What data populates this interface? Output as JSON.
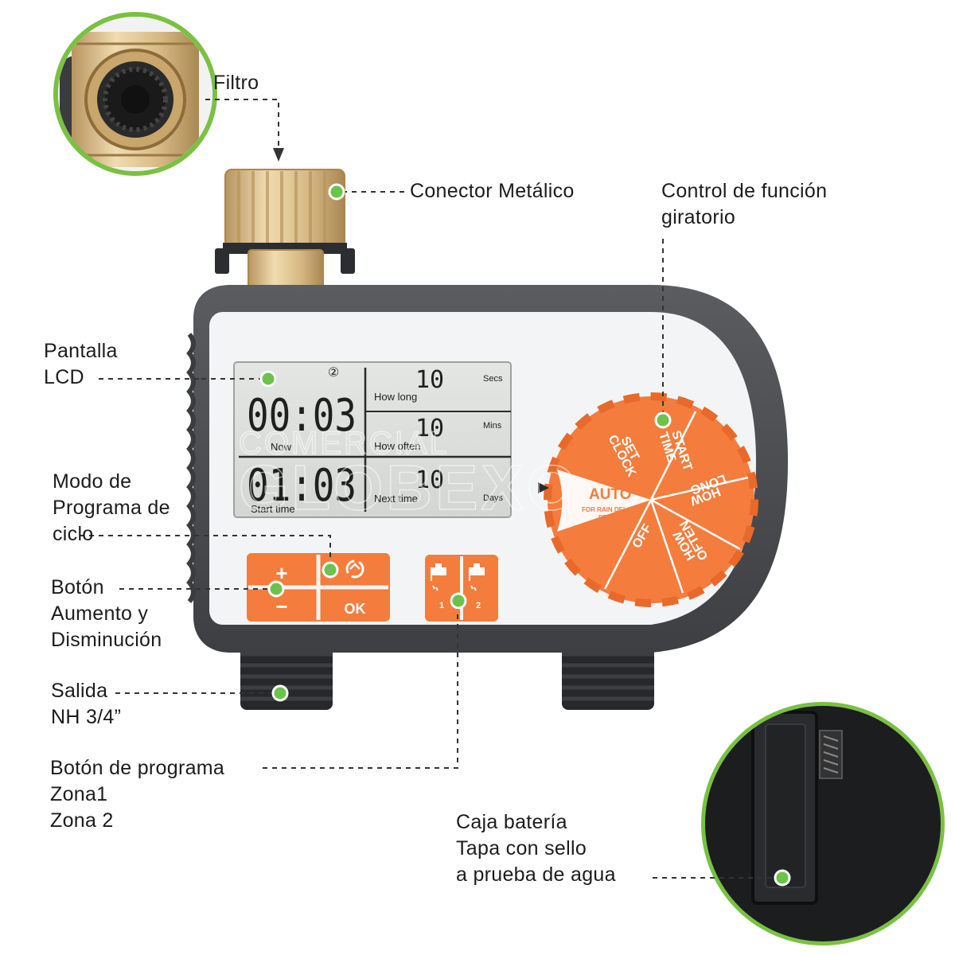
{
  "labels": {
    "filtro": "Filtro",
    "conector": "Conector Metálico",
    "control": [
      "Control de función",
      "giratorio"
    ],
    "pantalla": [
      "Pantalla",
      "LCD"
    ],
    "modo": [
      "Modo de",
      "Programa de",
      "ciclo"
    ],
    "boton": [
      "Botón",
      "Aumento y",
      "Disminución"
    ],
    "salida": [
      "Salida",
      "NH 3/4”"
    ],
    "programa": [
      "Botón de programa",
      "Zona1",
      "Zona 2"
    ],
    "caja": [
      "Caja batería",
      "Tapa con sello",
      "a prueba de agua"
    ]
  },
  "lcd": {
    "zone_marker": "②",
    "now_time": "00:03",
    "now_label": "Now",
    "start_time": "01:03",
    "start_label": "Start time",
    "how_long_value": "10",
    "how_long_label": "How long",
    "how_long_unit": "Secs",
    "how_often_value": "10",
    "how_often_label": "How often",
    "how_often_unit": "Mins",
    "next_time_value": "10",
    "next_time_label": "Next time",
    "next_time_unit": "Days"
  },
  "keypad": {
    "plus": "+",
    "minus": "−",
    "ok": "OK",
    "zone1": "1",
    "zone2": "2"
  },
  "dial": {
    "auto": "AUTO",
    "auto_sub1": "FOR RAIN DELAY",
    "auto_sub2": "PRESS +",
    "set": "SET",
    "clock": "CLOCK",
    "start": "START",
    "time": "TIME",
    "how_long_1": "HOW",
    "how_long_2": "LONG",
    "how_often_1": "HOW",
    "how_often_2": "OFTEN",
    "off": "OFF"
  },
  "watermark": {
    "line1": "COMERCIAL",
    "line2": "GLOBEXO"
  },
  "colors": {
    "accent_green": "#6cc24a",
    "orange": "#f4793b",
    "body_dark": "#4a4c50",
    "panel": "#f4f5f6",
    "brass": "#d8b983"
  }
}
